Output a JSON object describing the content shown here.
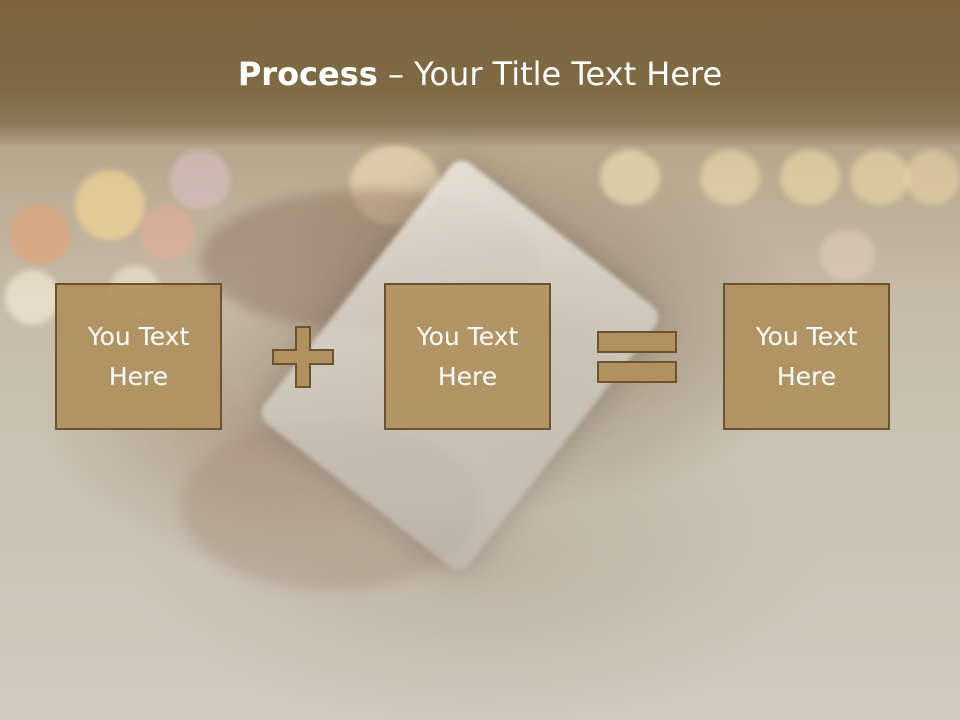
{
  "slide": {
    "title_bold": "Process",
    "title_rest": " – Your Title Text Here",
    "boxes": [
      {
        "text": "You Text\nHere"
      },
      {
        "text": "You Text\nHere"
      },
      {
        "text": "You Text\nHere"
      }
    ],
    "operators": [
      "plus-icon",
      "equals-icon"
    ]
  },
  "colors": {
    "header": "#7b643c",
    "box_fill": "#b0915f",
    "box_border": "#6b5531",
    "operator_fill": "#b0915f",
    "text": "#ffffff"
  }
}
